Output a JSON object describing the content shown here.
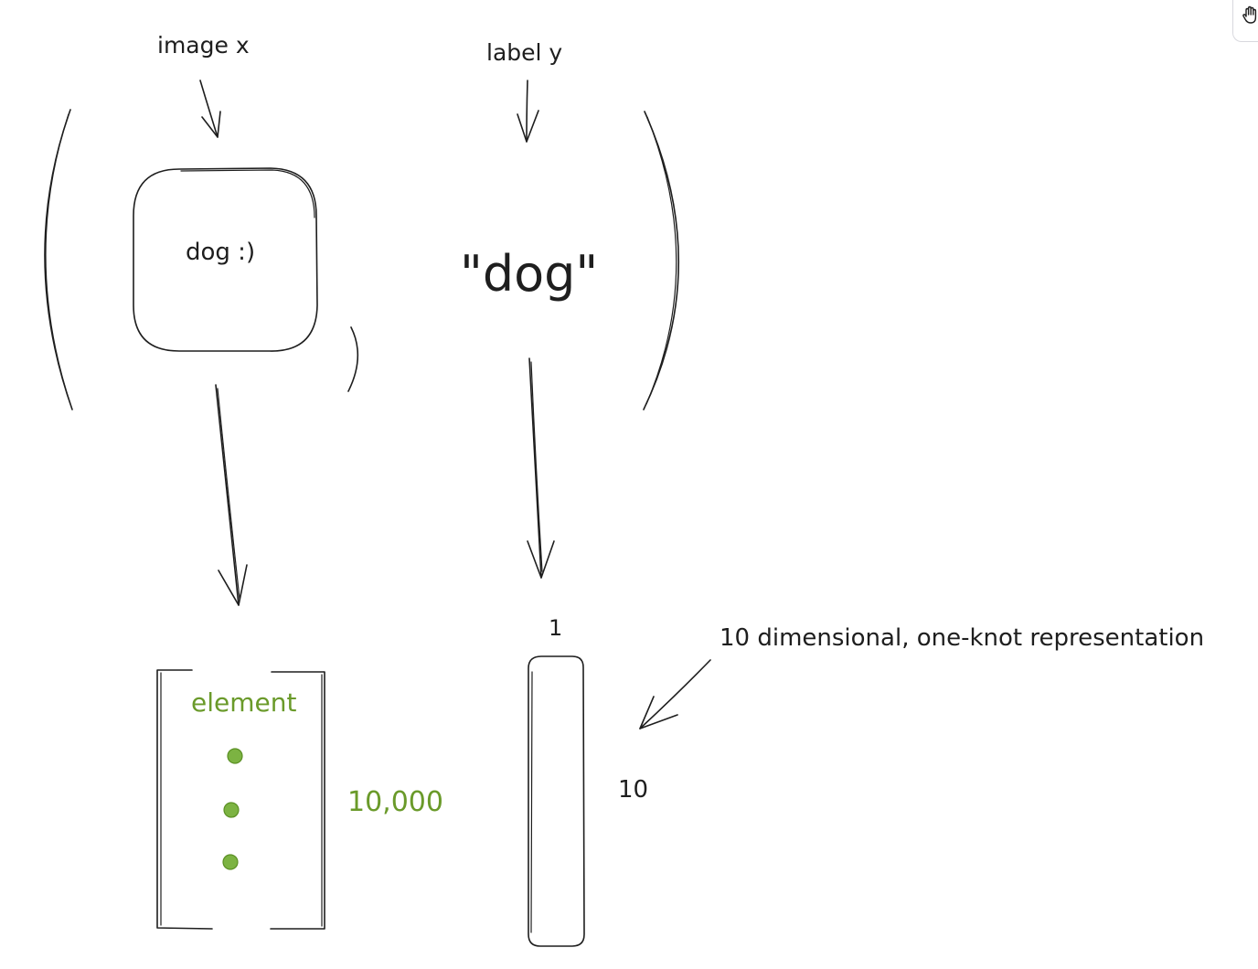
{
  "labels": {
    "image_x": "image x",
    "label_y": "label y",
    "image_content": "dog :)",
    "label_value": "\"dog\"",
    "element": "element",
    "image_vector_size": "10,000",
    "label_vector_width": "1",
    "label_vector_height": "10",
    "one_hot_note": "10 dimensional, one-knot representation"
  },
  "toolbar": {
    "hand_tool_icon": "hand-icon"
  },
  "colors": {
    "ink": "#1e1e1e",
    "green_text": "#6a9a2a",
    "green_dot": "#7cb342"
  }
}
